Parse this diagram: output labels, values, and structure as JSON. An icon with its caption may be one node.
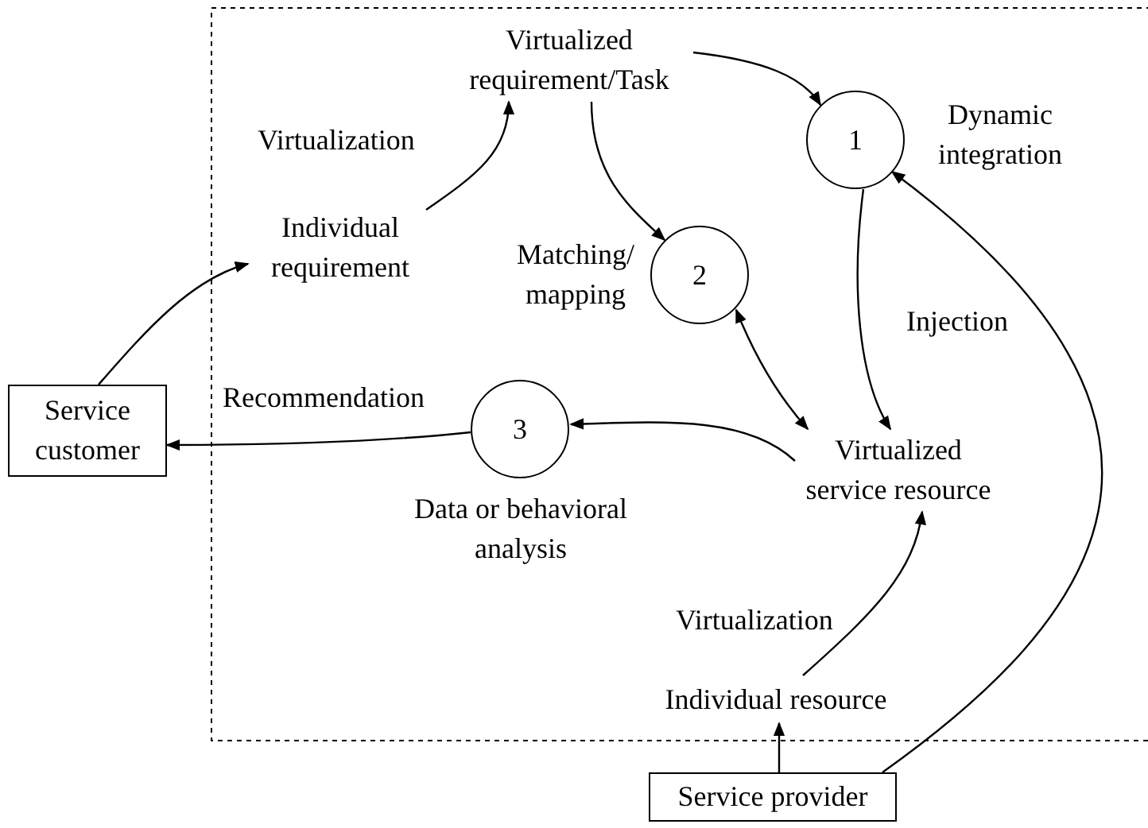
{
  "diagram": {
    "nodes": [
      {
        "text": [
          "Virtualized requirement/Task"
        ]
      },
      {
        "text": [
          "1"
        ],
        "beside": [
          "Dynamic integration"
        ]
      },
      {
        "text": [
          "Individual requirement"
        ]
      },
      {
        "text": [
          "2"
        ],
        "beside": [
          "Matching/ mapping"
        ]
      },
      {
        "text": [
          "Service customer"
        ]
      },
      {
        "text": [
          "3"
        ],
        "beside": [
          "Data or behavioral analysis"
        ]
      },
      {
        "text": [
          "Virtualized service resource"
        ]
      },
      {
        "text": [
          "Individual resource"
        ]
      },
      {
        "text": [
          "Service provider"
        ]
      }
    ],
    "edges": [
      {
        "from": 0,
        "to": 1,
        "arrow": "to"
      },
      {
        "from": 0,
        "to": 3,
        "arrow": "to"
      },
      {
        "from": 2,
        "to": 0,
        "arrow": "to",
        "label": "Virtualization"
      },
      {
        "from": 4,
        "to": 2,
        "arrow": "to"
      },
      {
        "from": 3,
        "to": 6,
        "arrow": "both"
      },
      {
        "from": 1,
        "to": 6,
        "arrow": "to",
        "label": "Injection"
      },
      {
        "from": 6,
        "to": 5,
        "arrow": "to"
      },
      {
        "from": 5,
        "to": 4,
        "arrow": "to",
        "label": "Recommendation"
      },
      {
        "from": 7,
        "to": 6,
        "arrow": "to",
        "label": "Virtualization"
      },
      {
        "from": 8,
        "to": 7,
        "arrow": "to"
      },
      {
        "from": 8,
        "to": 1,
        "arrow": "to"
      }
    ]
  }
}
